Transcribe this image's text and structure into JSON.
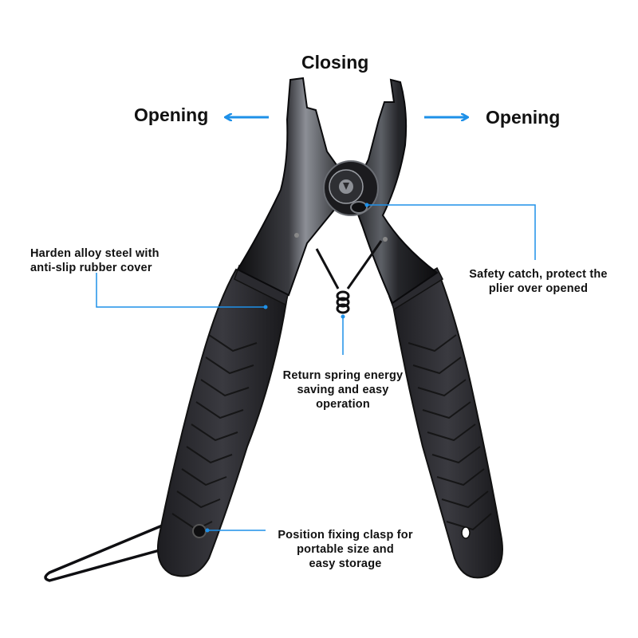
{
  "labels": {
    "closing": "Closing",
    "opening_left": "Opening",
    "opening_right": "Opening",
    "steel": [
      "Harden alloy steel with",
      "anti-slip rubber cover"
    ],
    "safety": [
      "Safety catch, protect the",
      "plier over opened"
    ],
    "spring": [
      "Return spring energy",
      "saving and easy",
      "operation"
    ],
    "clasp": [
      "Position fixing clasp for",
      "portable size and",
      "easy storage"
    ]
  },
  "colors": {
    "accent": "#1e90e8",
    "text": "#111111",
    "steel_dark": "#1b1b1e",
    "handle": "#2c2c31"
  }
}
